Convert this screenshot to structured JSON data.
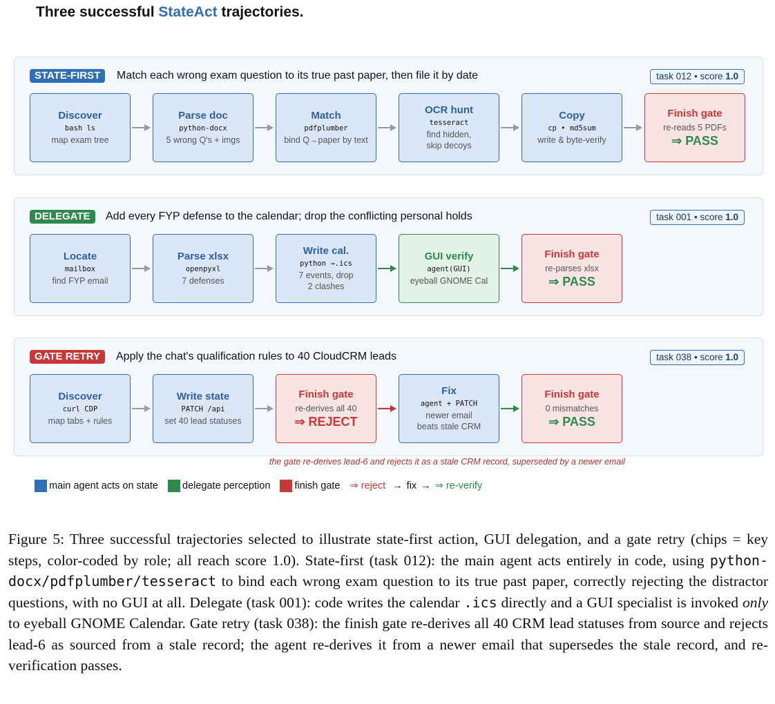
{
  "title": {
    "pre": "Three successful ",
    "highlight": "StateAct",
    "post": " trajectories."
  },
  "panels": [
    {
      "tag": "STATE-FIRST",
      "desc": "Match each wrong exam question to its true past paper, then file it by date",
      "task": "task 012",
      "score_label": "score",
      "score": "1.0",
      "steps": [
        {
          "title": "Discover",
          "code": "bash ls",
          "note": "map exam tree"
        },
        {
          "title": "Parse doc",
          "code": "python-docx",
          "note": "5 wrong Q's + imgs"
        },
        {
          "title": "Match",
          "code": "pdfplumber",
          "note": "bind Q→paper by text"
        },
        {
          "title": "OCR hunt",
          "code": "tesseract",
          "note": "find hidden,",
          "note2": "skip decoys"
        },
        {
          "title": "Copy",
          "code": "cp • md5sum",
          "note": "write & byte-verify"
        },
        {
          "title": "Finish gate",
          "note": "re-reads 5 PDFs",
          "result": "⇒ PASS"
        }
      ]
    },
    {
      "tag": "DELEGATE",
      "desc": "Add every FYP defense to the calendar; drop the conflicting personal holds",
      "task": "task 001",
      "score_label": "score",
      "score": "1.0",
      "steps": [
        {
          "title": "Locate",
          "code": "mailbox",
          "note": "find FYP email"
        },
        {
          "title": "Parse xlsx",
          "code": "openpyxl",
          "note": "7 defenses"
        },
        {
          "title": "Write cal.",
          "code": "python →.ics",
          "note": "7 events, drop",
          "note2": "2 clashes"
        },
        {
          "title": "GUI verify",
          "code": "agent(GUI)",
          "note": "eyeball GNOME Cal"
        },
        {
          "title": "Finish gate",
          "note": "re-parses xlsx",
          "result": "⇒ PASS"
        }
      ]
    },
    {
      "tag": "GATE RETRY",
      "desc": "Apply the chat's qualification rules to 40 CloudCRM leads",
      "task": "task 038",
      "score_label": "score",
      "score": "1.0",
      "steps": [
        {
          "title": "Discover",
          "code": "curl CDP",
          "note": "map tabs + rules"
        },
        {
          "title": "Write state",
          "code": "PATCH /api",
          "note": "set 40 lead statuses"
        },
        {
          "title": "Finish gate",
          "note": "re-derives all 40",
          "result": "⇒ REJECT"
        },
        {
          "title": "Fix",
          "code": "agent + PATCH",
          "note": "newer email",
          "note2": "beats stale CRM"
        },
        {
          "title": "Finish gate",
          "note": "0 mismatches",
          "result": "⇒ PASS"
        }
      ],
      "annotation": "the gate re-derives lead-6 and rejects it as a stale CRM record, superseded by a newer email"
    }
  ],
  "legend": {
    "main": "main agent acts on state",
    "delegate": "delegate perception",
    "gate": "finish gate",
    "flow_reject": "⇒ reject",
    "flow_arrow1": "→",
    "flow_fix": "fix",
    "flow_arrow2": "→",
    "flow_reverify": "⇒ re-verify"
  },
  "colors": {
    "main": "#2f6fb8",
    "delegate": "#2e8a4c",
    "gate": "#c93838"
  },
  "caption": {
    "p1": "Figure 5: Three successful trajectories selected to illustrate state-first action, GUI delegation, and a gate retry (chips = key steps, color-coded by role; all reach score 1.0). State-first (task 012): the main agent acts entirely in code, using ",
    "code1": "python-docx/pdfplumber/tesseract",
    "p2": " to bind each wrong exam question to its true past paper, correctly rejecting the distractor questions, with no GUI at all. Delegate (task 001): code writes the calendar ",
    "code2": ".ics",
    "p3": " directly and a GUI specialist is invoked ",
    "em": "only",
    "p4": " to eyeball GNOME Calendar. Gate retry (task 038): the finish gate re-derives all 40 CRM lead statuses from source and rejects lead-6 as sourced from a stale record; the agent re-derives it from a newer email that supersedes the stale record, and re-verification passes."
  }
}
